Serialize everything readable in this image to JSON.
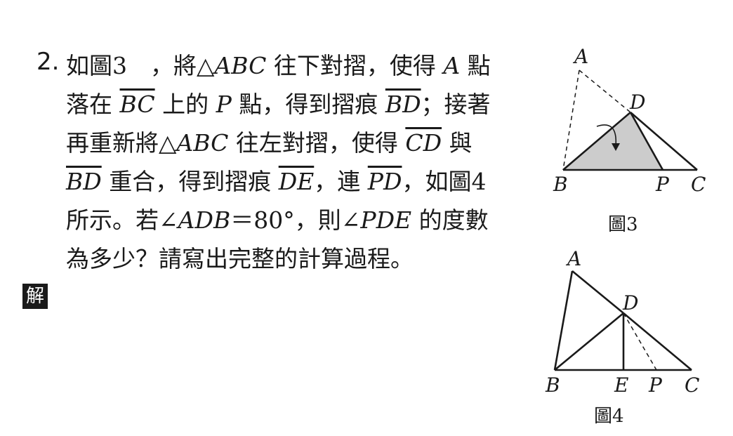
{
  "question": {
    "number": "2.",
    "lines": [
      [
        {
          "t": "如圖3　，將△"
        },
        {
          "t": "ABC",
          "i": 1
        },
        {
          "t": " 往下對摺，使得 "
        },
        {
          "t": "A",
          "i": 1
        },
        {
          "t": " 點"
        }
      ],
      [
        {
          "t": "落在 "
        },
        {
          "t": "BC",
          "o": 1
        },
        {
          "t": " 上的 "
        },
        {
          "t": "P",
          "i": 1
        },
        {
          "t": " 點，得到摺痕 "
        },
        {
          "t": "BD",
          "o": 1
        },
        {
          "t": "；接著"
        }
      ],
      [
        {
          "t": "再重新將△"
        },
        {
          "t": "ABC",
          "i": 1
        },
        {
          "t": " 往左對摺，使得 "
        },
        {
          "t": "CD",
          "o": 1
        },
        {
          "t": " 與"
        }
      ],
      [
        {
          "t": "BD",
          "o": 1
        },
        {
          "t": " 重合，得到摺痕 "
        },
        {
          "t": "DE",
          "o": 1
        },
        {
          "t": "，連 "
        },
        {
          "t": "PD",
          "o": 1
        },
        {
          "t": "，如圖4"
        }
      ],
      [
        {
          "t": "所示。若∠"
        },
        {
          "t": "ADB",
          "i": 1
        },
        {
          "t": "＝80°，則∠"
        },
        {
          "t": "PDE",
          "i": 1
        },
        {
          "t": " 的度數"
        }
      ],
      [
        {
          "t": "為多少？請寫出完整的計算過程。"
        }
      ]
    ]
  },
  "answer_badge": "解",
  "figure3": {
    "caption": "圖3",
    "labels": {
      "A": "A",
      "D": "D",
      "B": "B",
      "P": "P",
      "C": "C"
    }
  },
  "figure4": {
    "caption": "圖4",
    "labels": {
      "A": "A",
      "D": "D",
      "B": "B",
      "E": "E",
      "P": "P",
      "C": "C"
    }
  }
}
